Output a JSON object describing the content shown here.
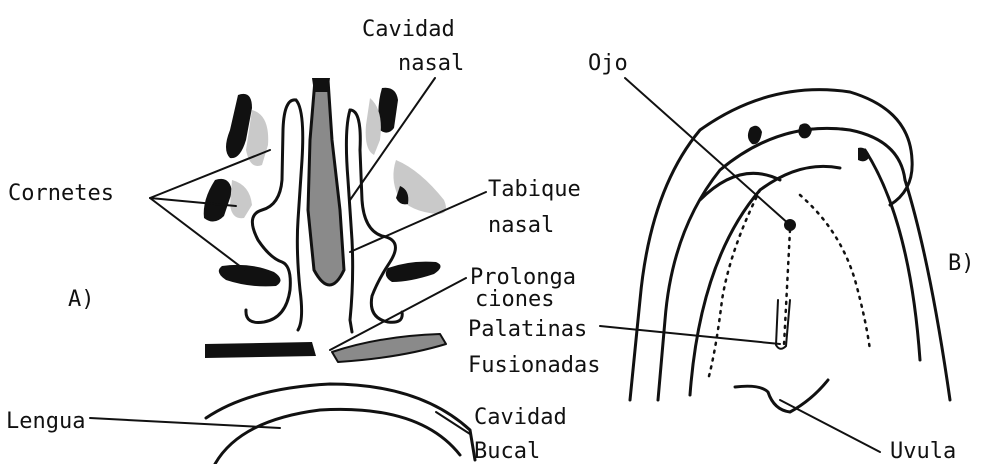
{
  "labels": {
    "cavidad_nasal_1": "Cavidad",
    "cavidad_nasal_2": "nasal",
    "ojo": "Ojo",
    "cornetes": "Cornetes",
    "tabique_1": "Tabique",
    "tabique_2": "nasal",
    "panel_a": "A)",
    "panel_b": "B)",
    "prolonga_1": "Prolonga",
    "prolonga_2": "ciones",
    "prolonga_3": "Palatinas",
    "prolonga_4": "Fusionadas",
    "lengua": "Lengua",
    "cavidad_bucal_1": "Cavidad",
    "cavidad_bucal_2": "Bucal",
    "uvula": "Uvula"
  }
}
